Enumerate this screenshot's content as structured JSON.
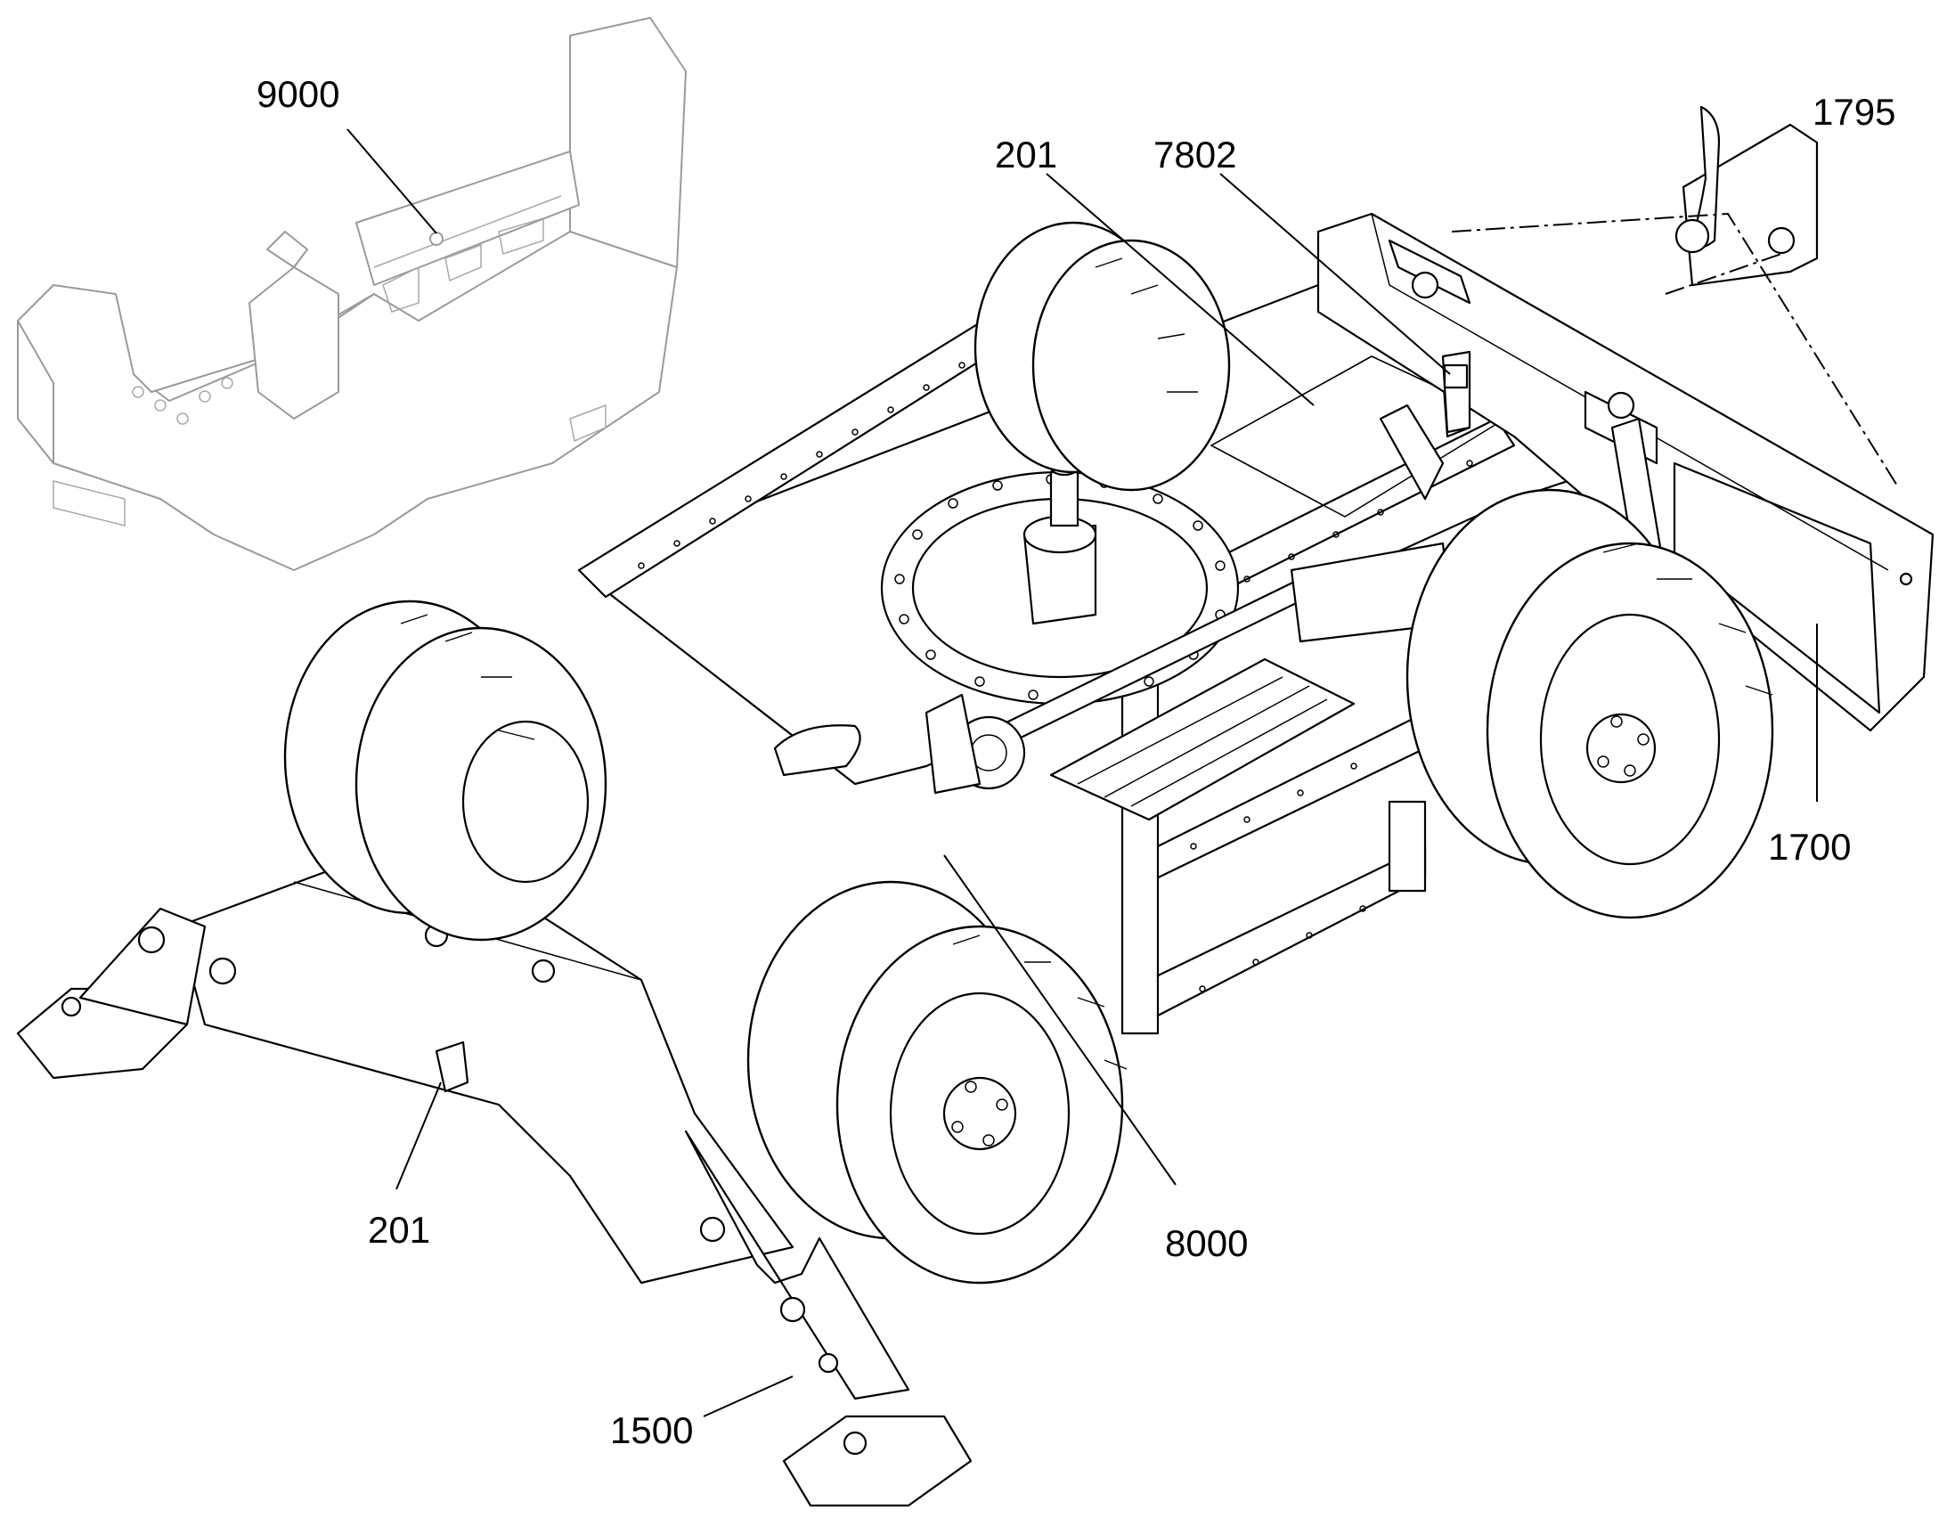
{
  "callouts": {
    "c9000": "9000",
    "c201_top": "201",
    "c7802": "7802",
    "c1795": "1795",
    "c1700": "1700",
    "c8000": "8000",
    "c201_bottom": "201",
    "c1500": "1500"
  },
  "colors": {
    "line": "#000000",
    "ghost_line": "#9a9a9a",
    "background": "#ffffff"
  }
}
